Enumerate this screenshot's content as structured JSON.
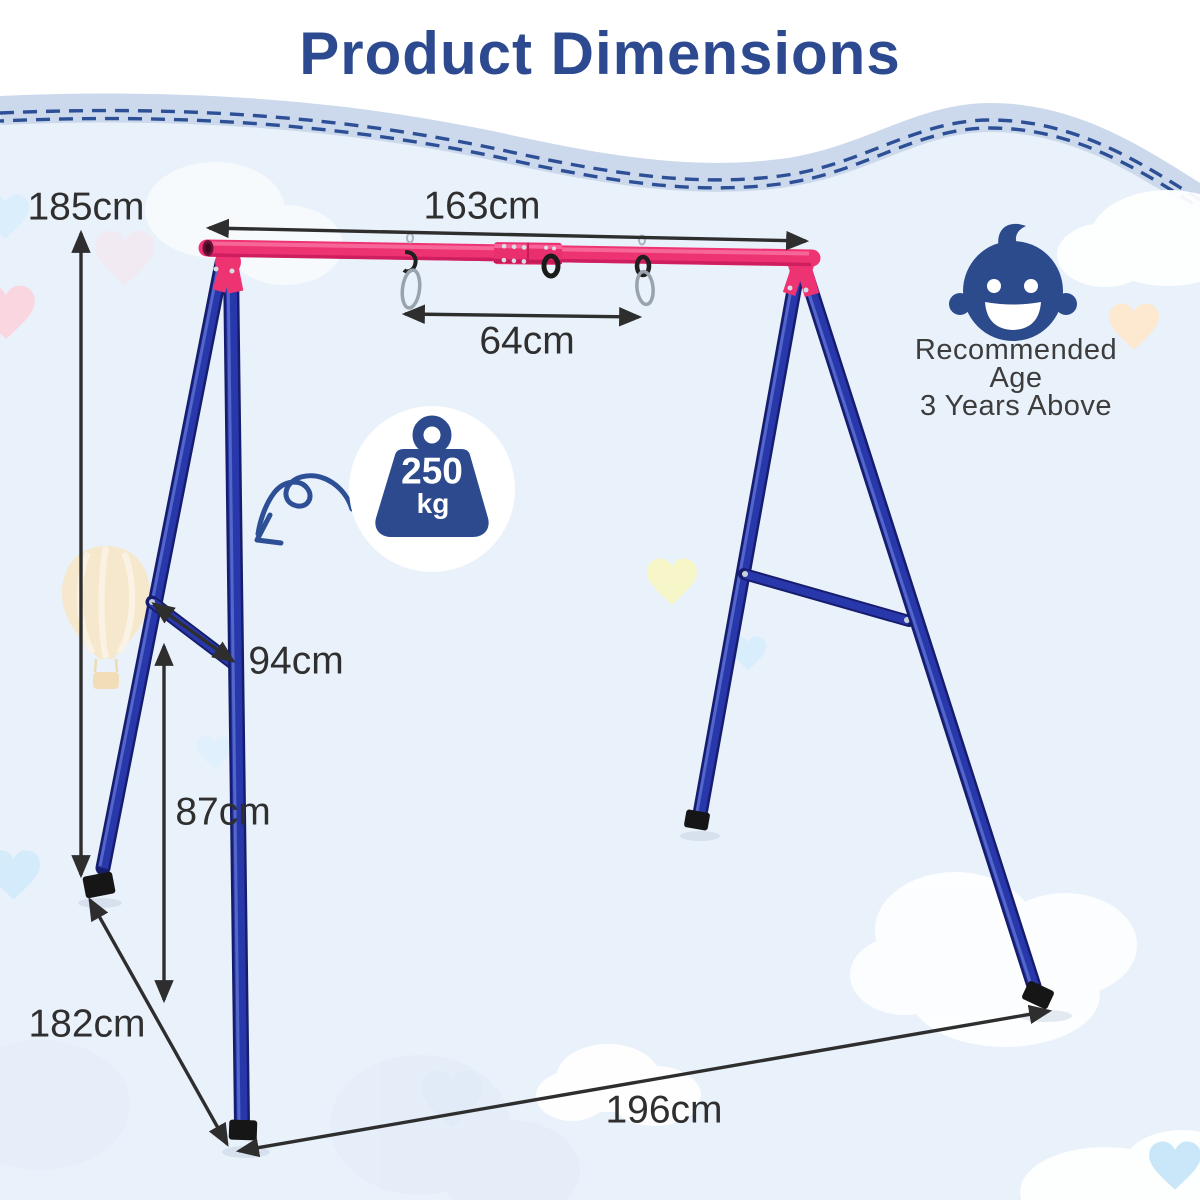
{
  "title": "Product Dimensions",
  "dims": {
    "height": "185cm",
    "bar_length": "163cm",
    "hanger_spacing": "64cm",
    "brace_length": "94cm",
    "brace_height": "87cm",
    "base_depth": "182cm",
    "base_width": "196cm"
  },
  "weight": {
    "value": "250",
    "unit": "kg"
  },
  "age": {
    "line1": "Recommended Age",
    "line2": "3 Years Above"
  },
  "icons": {
    "weight": "weight-icon",
    "baby": "baby-icon",
    "balloon": "hot-air-balloon-icon",
    "doodle": "curved-arrow-icon"
  },
  "colors": {
    "title_blue": "#2d4a90",
    "icon_blue": "#2c4a8d",
    "frame_blue": "#2838ab",
    "bar_pink": "#ee3372",
    "background": "#e9f1fb",
    "wave_band": "#ccd9ec",
    "wave_dash": "#2d4f96",
    "arrow_dark": "#2e2e2e",
    "label_dark": "#2f2f2f"
  }
}
